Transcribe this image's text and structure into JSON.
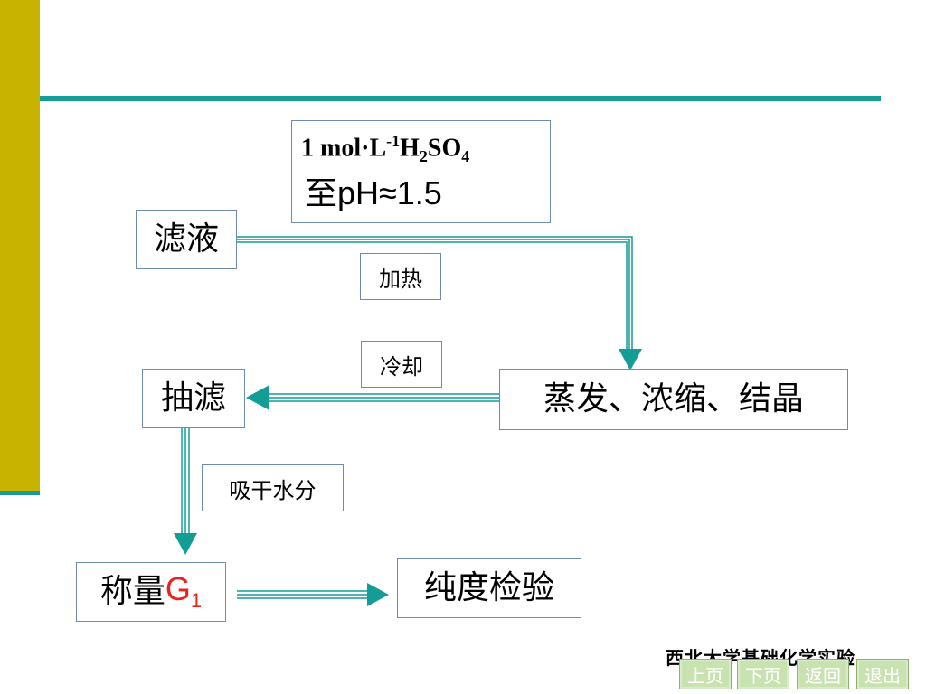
{
  "colors": {
    "accent_bar": "#c8b400",
    "accent_line": "#149c96",
    "arrow": "#149c96",
    "highlight": "#e8231e",
    "nav_button": "#c9e3b0"
  },
  "nodes": {
    "filtrate": "滤液",
    "evaporate": "蒸发、浓缩、结晶",
    "suction": "抽滤",
    "weigh": "称量",
    "weigh_symbol": "G",
    "weigh_subscript": "1",
    "purity": "纯度检验"
  },
  "acid": {
    "prefix": "1 mol·L",
    "exponent": "-1",
    "h": "H",
    "h_sub": "2",
    "so": "SO",
    "so_sub": "4",
    "ph": "至pH≈1.5"
  },
  "labels": {
    "heat": "加热",
    "cool": "冷却",
    "dry": "吸干水分"
  },
  "footer": {
    "institution": "西北大学基础化学实验"
  },
  "nav": {
    "prev": "上页",
    "next": "下页",
    "back": "返回",
    "exit": "退出"
  }
}
